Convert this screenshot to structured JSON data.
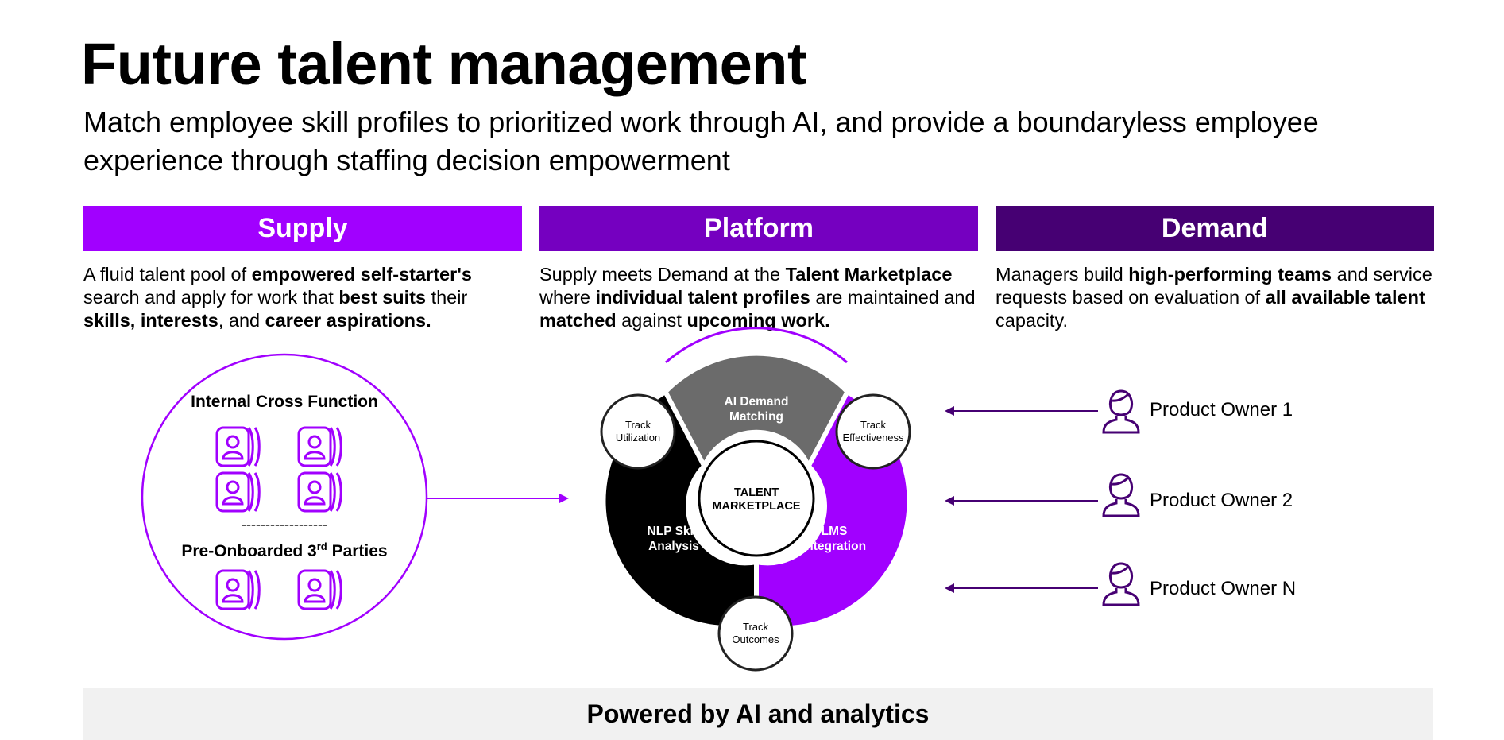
{
  "title": "Future talent management",
  "subtitle": "Match employee skill profiles to prioritized work through AI, and provide a boundaryless employee experience through staffing decision empowerment",
  "colors": {
    "supply": "#a100ff",
    "platform": "#7500c0",
    "demand": "#460073",
    "gray": "#6b6b6b",
    "black": "#000000"
  },
  "columns": {
    "supply": {
      "header": "Supply",
      "text": [
        {
          "t": "A fluid talent pool of ",
          "b": false
        },
        {
          "t": "empowered self-starter's",
          "b": true
        },
        {
          "t": " search and apply for work that ",
          "b": false
        },
        {
          "t": "best suits",
          "b": true
        },
        {
          "t": " their ",
          "b": false
        },
        {
          "t": "skills, interests",
          "b": true
        },
        {
          "t": ", and ",
          "b": false
        },
        {
          "t": "career aspirations.",
          "b": true
        }
      ]
    },
    "platform": {
      "header": "Platform",
      "text": [
        {
          "t": "Supply meets Demand at the ",
          "b": false
        },
        {
          "t": "Talent Marketplace",
          "b": true
        },
        {
          "t": " where ",
          "b": false
        },
        {
          "t": "individual talent profiles",
          "b": true
        },
        {
          "t": " are maintained and ",
          "b": false
        },
        {
          "t": "matched",
          "b": true
        },
        {
          "t": " against ",
          "b": false
        },
        {
          "t": "upcoming work.",
          "b": true
        }
      ]
    },
    "demand": {
      "header": "Demand",
      "text": [
        {
          "t": "Managers build ",
          "b": false
        },
        {
          "t": "high-performing teams",
          "b": true
        },
        {
          "t": " and service requests based on evaluation of ",
          "b": false
        },
        {
          "t": "all available talent",
          "b": true
        },
        {
          "t": " capacity.",
          "b": false
        }
      ]
    }
  },
  "supply_pool": {
    "group1_label": "Internal Cross Function",
    "divider": "------------------",
    "group2_label_main": "Pre-Onboarded 3",
    "group2_label_sup": "rd",
    "group2_label_end": " Parties",
    "icon": "person-card-stack-icon"
  },
  "platform_wheel": {
    "center_line1": "TALENT",
    "center_line2": "MARKETPLACE",
    "top_segment": [
      "AI Demand",
      "Matching"
    ],
    "left_segment": [
      "NLP Skill",
      "Analysis"
    ],
    "right_segment": [
      "LMS",
      "Integration"
    ],
    "track_utilization": [
      "Track",
      "Utilization"
    ],
    "track_effectiveness": [
      "Track",
      "Effectiveness"
    ],
    "track_outcomes": [
      "Track",
      "Outcomes"
    ]
  },
  "product_owners": [
    "Product Owner 1",
    "Product Owner 2",
    "Product Owner N"
  ],
  "footer": "Powered by AI and analytics"
}
